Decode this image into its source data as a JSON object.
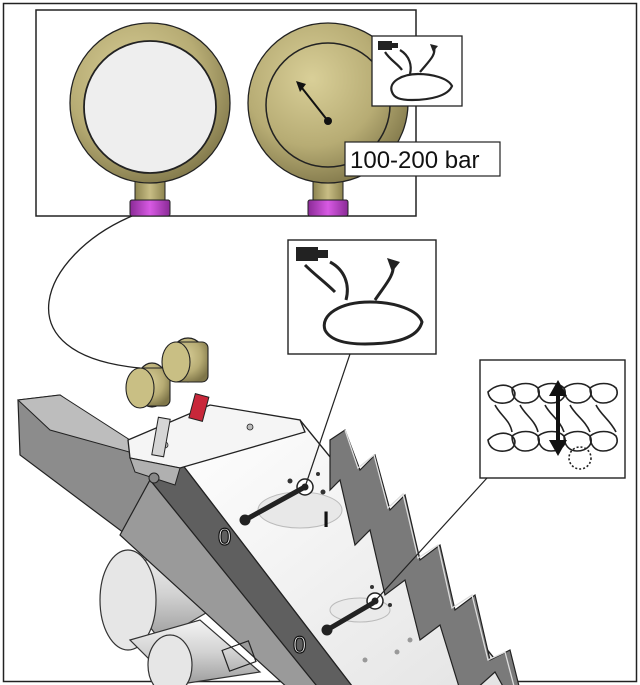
{
  "gauge_panel": {
    "pressure_label": "100-200 bar"
  },
  "levers": {
    "upper_off_label": "0",
    "upper_on_label": "I",
    "lower_off_label": "0"
  },
  "colors": {
    "gauge_brass": "#b7ac74",
    "gauge_brass_dark": "#7f7649",
    "gauge_face_light": "#eeeeee",
    "fitting_magenta": "#b63fc4",
    "machine_gray": "#c8c8c8",
    "machine_dark": "#4a4a4a",
    "red_fitting": "#c8273a"
  },
  "icons": {
    "hydraulic_valve_small": "hydraulic-lever-icon",
    "hydraulic_valve_large": "hydraulic-lever-icon",
    "tine_adjust": "tine-depth-adjust-icon"
  }
}
